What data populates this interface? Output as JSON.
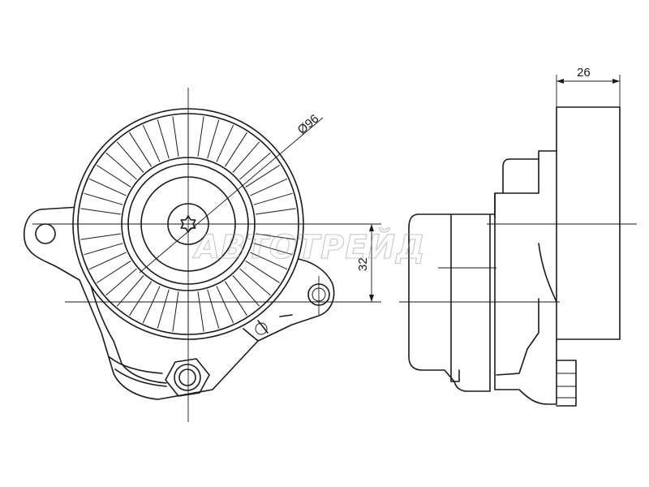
{
  "dimensions": {
    "diameter_label": "Ø96",
    "offset_label": "32",
    "width_label": "26"
  },
  "watermark": {
    "text": "АВТОТРЕЙД"
  }
}
